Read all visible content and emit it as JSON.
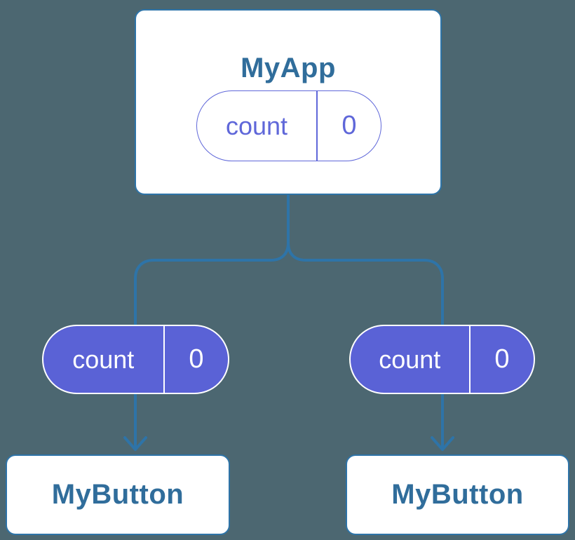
{
  "colors": {
    "background": "#4c6771",
    "connector": "#2e74a8",
    "node_border": "#2e74a8",
    "node_bg": "#ffffff",
    "node_text": "#306d9b",
    "pill_filled": "#5a62d6",
    "pill_filled_text": "#ffffff",
    "pill_outline": "#5f67d9"
  },
  "icons": {
    "arrowhead": "chevron-down"
  },
  "diagram": {
    "type": "component-state-tree",
    "root": {
      "title": "MyApp",
      "state": {
        "label": "count",
        "value": "0",
        "style": "outline"
      }
    },
    "children": [
      {
        "title": "MyButton",
        "state": {
          "label": "count",
          "value": "0",
          "style": "filled"
        }
      },
      {
        "title": "MyButton",
        "state": {
          "label": "count",
          "value": "0",
          "style": "filled"
        }
      }
    ],
    "edges": [
      {
        "from": "MyApp",
        "to": "MyButton-left",
        "type": "arrow"
      },
      {
        "from": "MyApp",
        "to": "MyButton-right",
        "type": "arrow"
      }
    ]
  }
}
